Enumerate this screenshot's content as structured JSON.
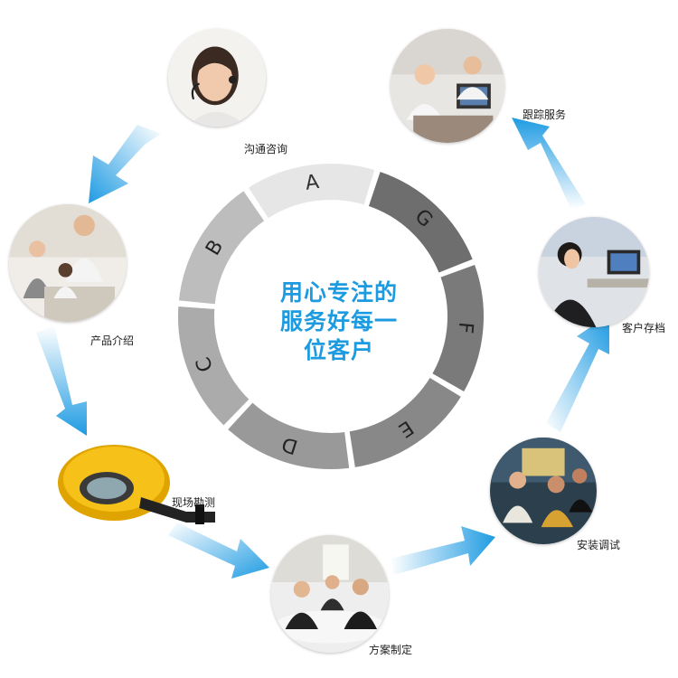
{
  "center_text": [
    "用心专注的",
    "服务好每一",
    "位客户"
  ],
  "ring_segments": [
    "A",
    "G",
    "F",
    "E",
    "D",
    "C",
    "B"
  ],
  "steps": [
    {
      "label": "沟通咨询",
      "icon": "consultant-photo"
    },
    {
      "label": "跟踪服务",
      "icon": "call-center-photo"
    },
    {
      "label": "产品介绍",
      "icon": "presentation-photo"
    },
    {
      "label": "客户存档",
      "icon": "office-computer-photo"
    },
    {
      "label": "现场勘测",
      "icon": "measuring-tape-photo"
    },
    {
      "label": "安装调试",
      "icon": "installation-photo"
    },
    {
      "label": "方案制定",
      "icon": "meeting-photo"
    }
  ],
  "colors": {
    "arrow": "#2aa5e6",
    "center_text": "#1c9be0",
    "ring_light": "#e3e3e3",
    "ring_dark": "#6a6a6a"
  }
}
